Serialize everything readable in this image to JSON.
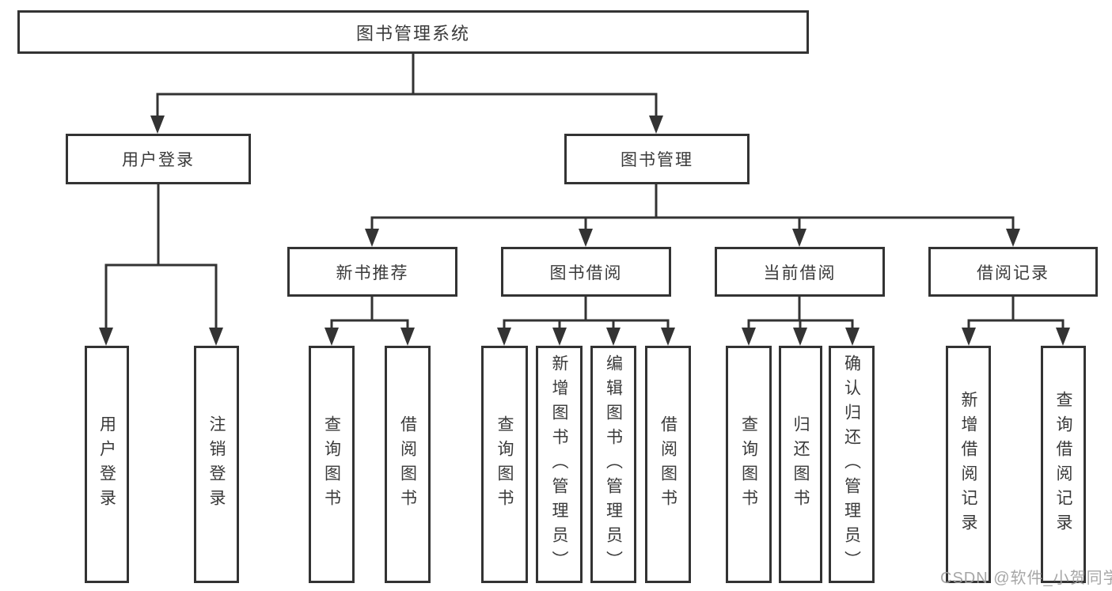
{
  "tree": {
    "root": "图书管理系统",
    "branches": [
      {
        "label": "用户登录",
        "children": [
          "用户登录",
          "注销登录"
        ]
      },
      {
        "label": "图书管理",
        "sections": [
          {
            "label": "新书推荐",
            "children": [
              "查询图书",
              "借阅图书"
            ]
          },
          {
            "label": "图书借阅",
            "children": [
              "查询图书",
              "新增图书（管理员）",
              "编辑图书（管理员）",
              "借阅图书"
            ]
          },
          {
            "label": "当前借阅",
            "children": [
              "查询图书",
              "归还图书",
              "确认归还（管理员）"
            ]
          },
          {
            "label": "借阅记录",
            "children": [
              "新增借阅记录",
              "查询借阅记录"
            ]
          }
        ]
      }
    ]
  },
  "watermark": "CSDN @软件_小贺同学",
  "colors": {
    "line": "#333333",
    "box_border": "#333333",
    "box_background": "#ffffff",
    "text": "#3a3a3a",
    "watermark": "#9e9e9e"
  }
}
